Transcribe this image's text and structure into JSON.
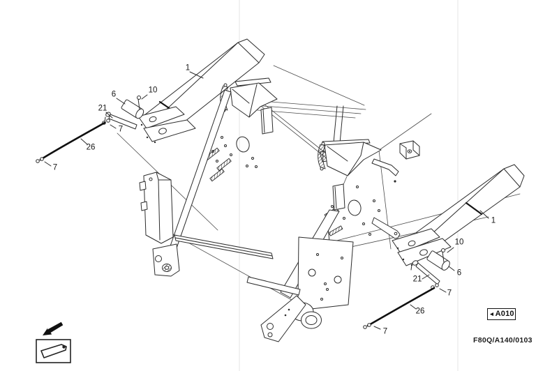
{
  "figure": {
    "code": "F80Q/A140/0103",
    "ref_box": {
      "arrow_glyph": "◄",
      "label": "A010"
    }
  },
  "callouts": {
    "left": [
      {
        "part": "1"
      },
      {
        "part": "6"
      },
      {
        "part": "10"
      },
      {
        "part": "21"
      },
      {
        "part": "7"
      },
      {
        "part": "26"
      },
      {
        "part": "7"
      }
    ],
    "right": [
      {
        "part": "1"
      },
      {
        "part": "10"
      },
      {
        "part": "6"
      },
      {
        "part": "21"
      },
      {
        "part": "7"
      },
      {
        "part": "26"
      },
      {
        "part": "7"
      }
    ]
  },
  "icons": {
    "direction_arrow": "direction-arrow-down-left",
    "legend_shape": "knife-blade-outline",
    "ref_box_arrow": "left-triangle"
  },
  "colors": {
    "line": "#2b2b2b",
    "background": "#ffffff",
    "chain": "#101010",
    "artifact_line": "#e4e4e4"
  }
}
